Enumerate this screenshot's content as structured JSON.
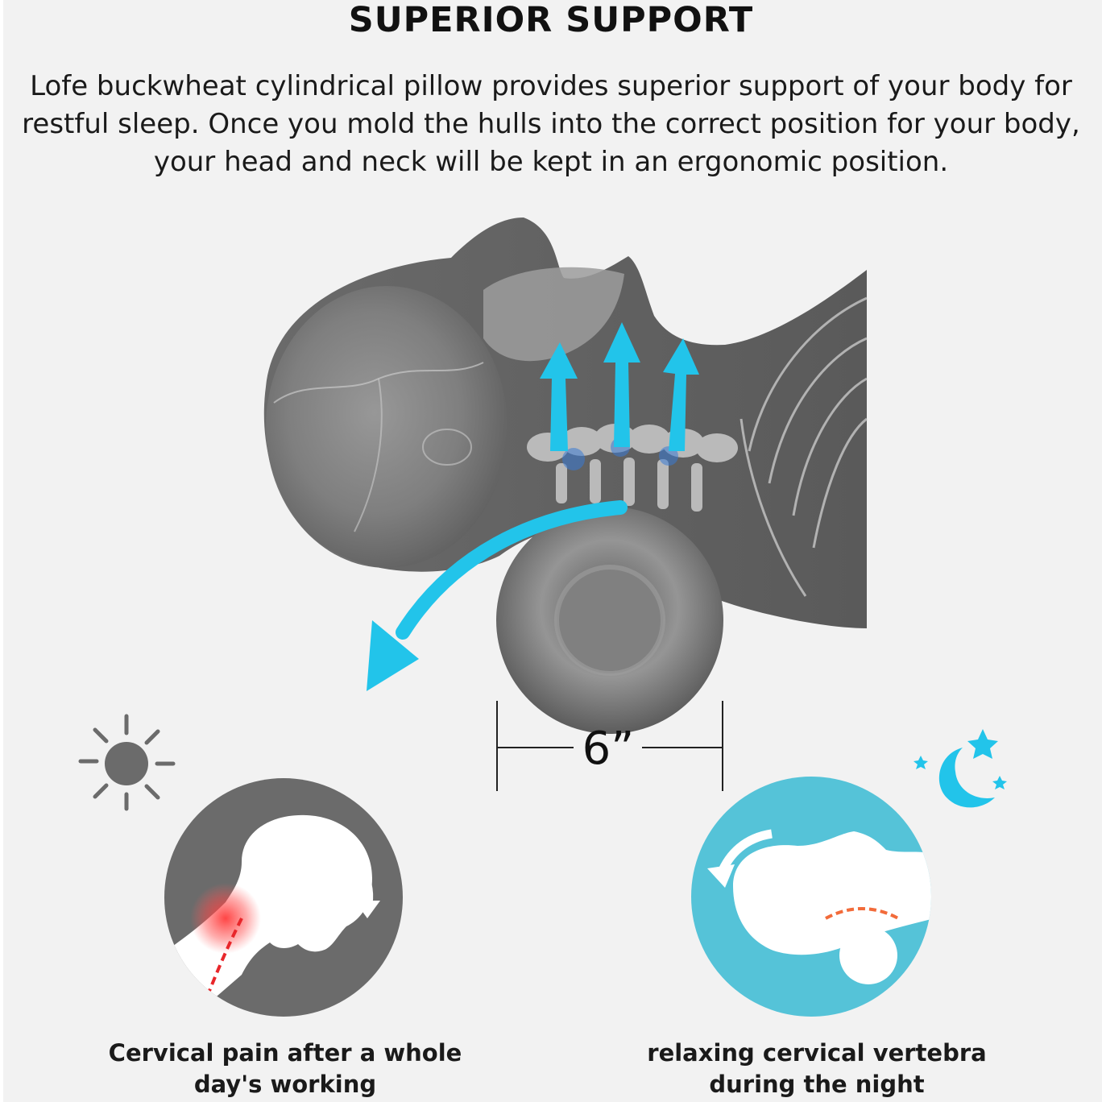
{
  "heading": "SUPERIOR SUPPORT",
  "description": {
    "line1": "Lofe buckwheat cylindrical pillow provides superior support of your body for",
    "line2": "restful sleep. Once you mold the hulls into the correct position for your body,",
    "line3": "your head and neck will be kept in an ergonomic position."
  },
  "pillow": {
    "measurement": "6”"
  },
  "day_panel": {
    "icon": "sun-icon",
    "caption_line1": "Cervical pain after a whole",
    "caption_line2": "day's working"
  },
  "night_panel": {
    "icon": "moon-stars-icon",
    "caption_line1": "relaxing cervical vertebra",
    "caption_line2": "during the night"
  },
  "colors": {
    "background": "#f2f2f2",
    "accent_cyan": "#22c4ea",
    "night_circle": "#55c3d8",
    "day_circle": "#6b6b6b",
    "pain_red": "#e8262a",
    "skeleton_grey": "#7a7a7a"
  }
}
